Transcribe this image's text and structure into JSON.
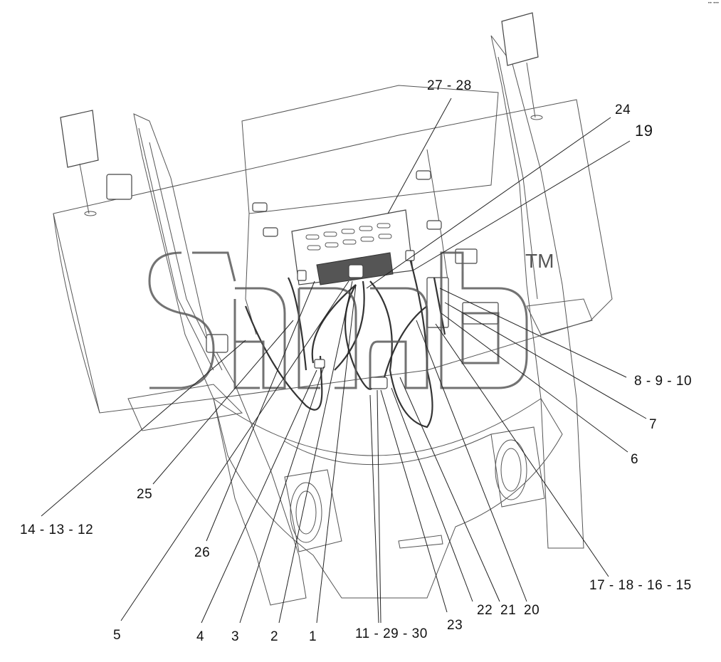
{
  "diagram": {
    "callouts": [
      {
        "id": "c2728",
        "text": "27  - 28"
      },
      {
        "id": "c24",
        "text": "24"
      },
      {
        "id": "c19",
        "text": "19"
      },
      {
        "id": "c8910",
        "text": "8  -  9  - 10"
      },
      {
        "id": "c7",
        "text": "7"
      },
      {
        "id": "c6",
        "text": "6"
      },
      {
        "id": "c25",
        "text": "25"
      },
      {
        "id": "c141312",
        "text": "14  - 13  - 12"
      },
      {
        "id": "c26",
        "text": "26"
      },
      {
        "id": "c5",
        "text": "5"
      },
      {
        "id": "c4",
        "text": "4"
      },
      {
        "id": "c3",
        "text": "3"
      },
      {
        "id": "c2",
        "text": "2"
      },
      {
        "id": "c1",
        "text": "1"
      },
      {
        "id": "c112930",
        "text": "11 - 29  - 30"
      },
      {
        "id": "c23",
        "text": "23"
      },
      {
        "id": "c22",
        "text": "22"
      },
      {
        "id": "c21",
        "text": "21"
      },
      {
        "id": "c20",
        "text": "20"
      },
      {
        "id": "c17181615",
        "text": "17 - 18  - 16  - 15"
      }
    ],
    "watermark_tm": "TM",
    "corner_mark": "•• •••"
  }
}
